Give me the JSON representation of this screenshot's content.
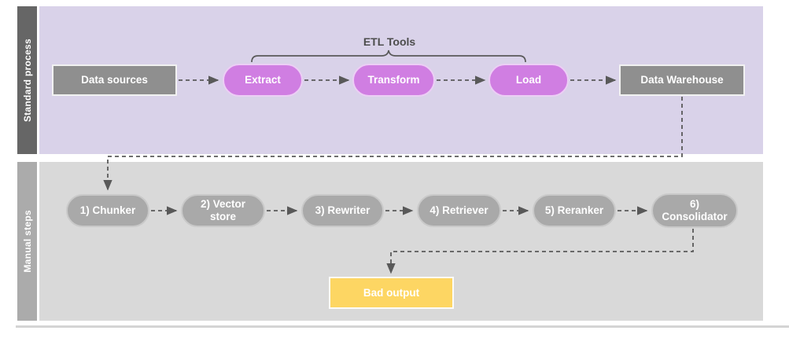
{
  "diagram": {
    "etl_group": {
      "label": "ETL Tools"
    },
    "lanes": [
      {
        "label": "Standard process",
        "nodes": [
          {
            "label": "Data sources"
          },
          {
            "label": "Extract"
          },
          {
            "label": "Transform"
          },
          {
            "label": "Load"
          },
          {
            "label": "Data Warehouse"
          }
        ]
      },
      {
        "label": "Manual steps",
        "nodes": [
          {
            "label": "1) Chunker"
          },
          {
            "label": "2) Vector store"
          },
          {
            "label": "3) Rewriter"
          },
          {
            "label": "4) Retriever"
          },
          {
            "label": "5) Reranker"
          },
          {
            "label": "6) Consolidator"
          },
          {
            "label": "Bad output"
          }
        ]
      }
    ],
    "colors": {
      "lane_standard_bg": "#d9d2e9",
      "lane_standard_label_bg": "#666666",
      "lane_manual_bg": "#d9d9d9",
      "lane_manual_label_bg": "#ababab",
      "gray_node_fill": "#8f8f8f",
      "pink_node_fill": "#d07ee2",
      "gray_pill_fill": "#a9a9a9",
      "yellow_node_fill": "#fdd663",
      "connector_color": "#595959",
      "node_text_color": "#ffffff"
    }
  }
}
